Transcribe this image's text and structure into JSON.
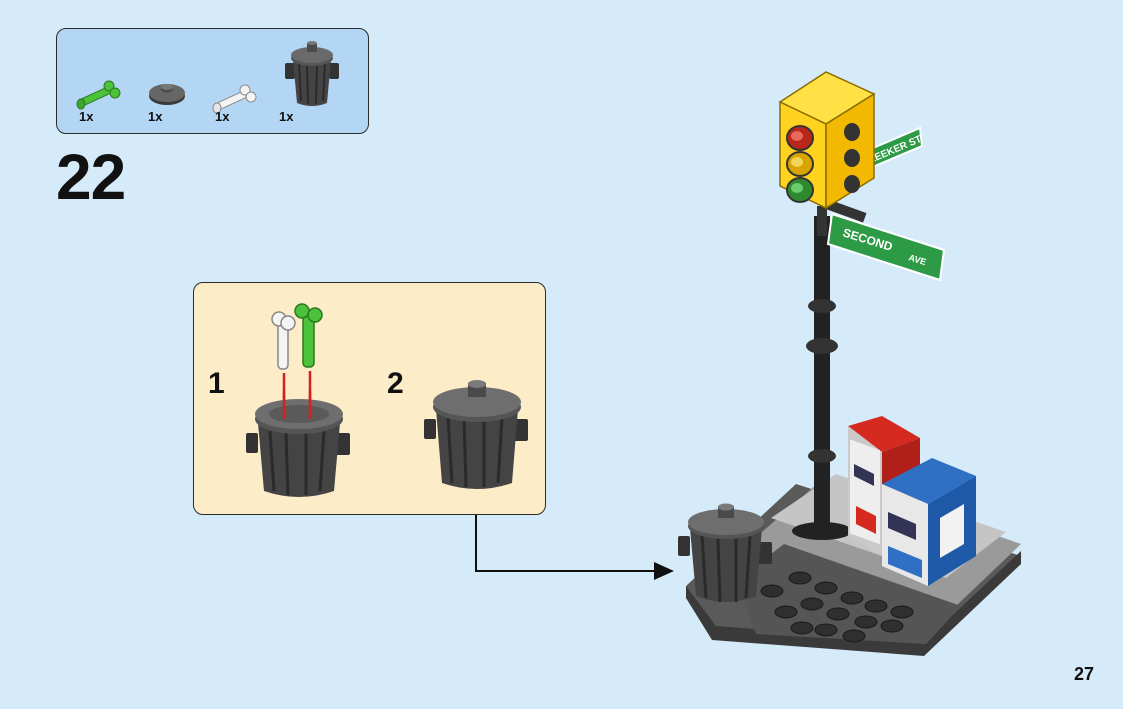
{
  "parts_list": {
    "items": [
      {
        "icon": "green-bone-icon",
        "qty": "1x",
        "color": "#4cc13a"
      },
      {
        "icon": "dark-round-plate-icon",
        "qty": "1x",
        "color": "#555555"
      },
      {
        "icon": "white-bone-icon",
        "qty": "1x",
        "color": "#f2f2f2"
      },
      {
        "icon": "trash-can-icon",
        "qty": "1x",
        "color": "#5a5a5a"
      }
    ]
  },
  "step": {
    "number": "22"
  },
  "sub_steps": [
    {
      "label": "1"
    },
    {
      "label": "2"
    }
  ],
  "signs": {
    "street1": "BLEEKER ST",
    "street2": "SECOND",
    "street2_suffix": "AVE"
  },
  "page": {
    "number": "27"
  },
  "colors": {
    "background": "#d6ebfa",
    "parts_box": "#b3d6f4",
    "sub_box": "#fdecc8",
    "arrow_red": "#d61f1f",
    "sign_green": "#2d9a46",
    "light_yellow": "#ffd21f"
  }
}
